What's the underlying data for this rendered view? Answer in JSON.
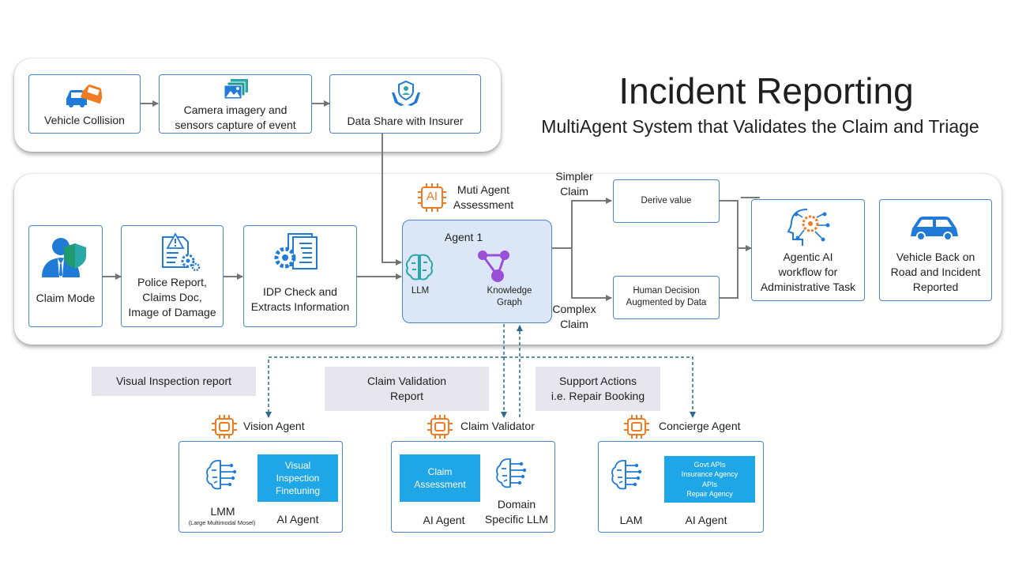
{
  "title": "Incident Reporting",
  "subtitle": "MultiAgent System that Validates the Claim and Triage",
  "top_flow": {
    "vehicle_collision": "Vehicle Collision",
    "camera": "Camera imagery and\nsensors capture of event",
    "data_share": "Data Share with Insurer"
  },
  "main_flow": {
    "claim_mode": "Claim Mode",
    "police_report": "Police Report,\nClaims Doc,\nImage of Damage",
    "idp": "IDP Check and\nExtracts Information",
    "multi_agent_title": "Muti Agent\nAssessment",
    "ai_chip_text": "AI",
    "agent1": "Agent 1",
    "llm": "LLM",
    "knowledge_graph": "Knowledge\nGraph",
    "simpler_claim": "Simpler\nClaim",
    "complex_claim": "Complex\nClaim",
    "derive_value": "Derive value",
    "human_decision": "Human Decision\nAugmented by Data",
    "agentic_ai": "Agentic AI\nworkflow for\nAdministrative Task",
    "vehicle_back": "Vehicle Back on\nRoad and Incident\nReported"
  },
  "reports": {
    "visual_inspection": "Visual Inspection report",
    "claim_validation": "Claim Validation\nReport",
    "support_actions": "Support Actions\ni.e. Repair Booking"
  },
  "agents": {
    "vision": {
      "name": "Vision Agent",
      "model": "LMM",
      "model_note": "(Large Multimodal Mosel)",
      "fill": "Visual\nInspection\nFinetuning",
      "role": "AI Agent"
    },
    "validator": {
      "name": "Claim Validator",
      "fill": "Claim\nAssessment",
      "role": "AI Agent",
      "model": "Domain\nSpecific LLM"
    },
    "concierge": {
      "name": "Concierge Agent",
      "model": "LAM",
      "fill": "Govt APIs\nInsurance Agency\nAPIs\nRepair Agency",
      "role": "AI Agent"
    }
  },
  "colors": {
    "box_border": "#4a86c8",
    "icon_blue": "#1f7bd6",
    "accent_orange": "#f07b22",
    "fill_blue": "#1ea6e6",
    "agent_bg": "#dbe7f7",
    "purple": "#9b4fd6",
    "teal": "#2aa7a8",
    "connector_dashed": "#2c6a8f",
    "report_grey": "#e6e6ec"
  }
}
